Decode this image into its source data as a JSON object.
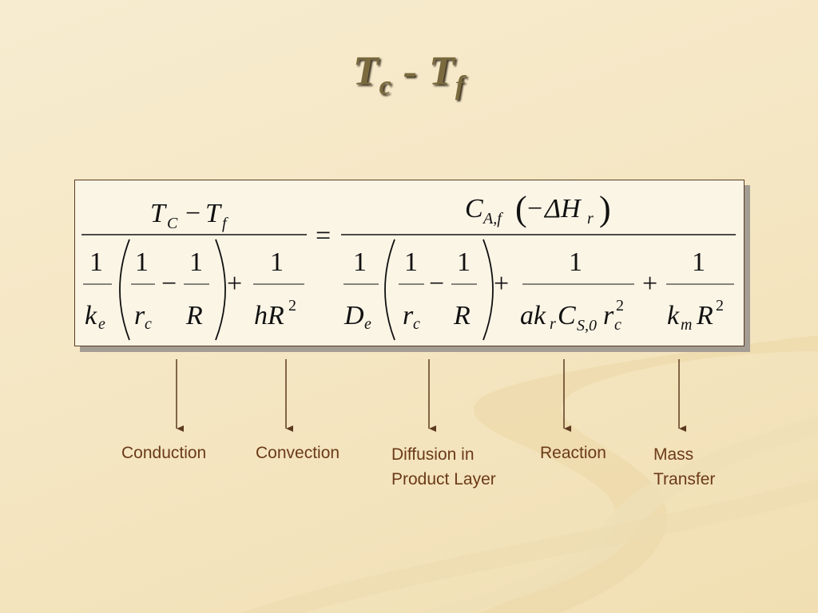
{
  "title": {
    "t1": "T",
    "s1": "c",
    "dash": " - ",
    "t2": "T",
    "s2": "f"
  },
  "equation": {
    "lhs_numerator": "T_C − T_f",
    "lhs_denominator": "1/k_e (1/r_c − 1/R) + 1/(hR²)",
    "equals": "=",
    "rhs_numerator": "C_{A,f} (−ΔH_r)",
    "rhs_denominator": "1/D_e (1/r_c − 1/R) + 1/(ak_r C_{S,0} r_c²) + 1/(k_m R²)"
  },
  "labels": {
    "conduction": "Conduction",
    "convection": "Convection",
    "diffusion": "Diffusion in\nProduct Layer",
    "reaction": "Reaction",
    "mass_transfer": "Mass\nTransfer"
  },
  "colors": {
    "background": "#f5e7c4",
    "label_text": "#6b3a18",
    "arrow": "#5b3a1e",
    "title": "#7a6a3e"
  }
}
